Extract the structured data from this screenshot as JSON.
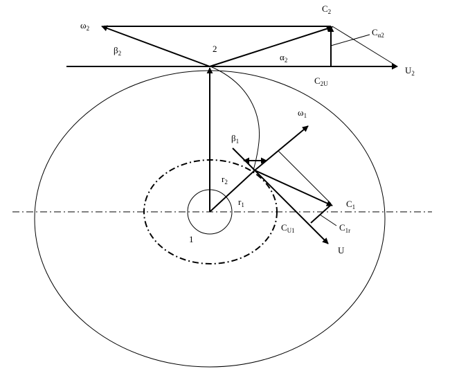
{
  "labels": {
    "omega2": {
      "main": "ω",
      "sub": "2"
    },
    "beta2": {
      "main": "β",
      "sub": "2"
    },
    "point2": {
      "main": "2",
      "sub": ""
    },
    "alpha2": {
      "main": "α",
      "sub": "2"
    },
    "C2": {
      "main": "C",
      "sub": "2"
    },
    "Ca2": {
      "main": "C",
      "sub": "α2"
    },
    "U2": {
      "main": "U",
      "sub": "2"
    },
    "C2U": {
      "main": "C",
      "sub": "2U"
    },
    "omega1": {
      "main": "ω",
      "sub": "1"
    },
    "beta1": {
      "main": "β",
      "sub": "1"
    },
    "r2": {
      "main": "r",
      "sub": "2"
    },
    "r1": {
      "main": "r",
      "sub": "1"
    },
    "C1": {
      "main": "C",
      "sub": "1"
    },
    "CU1": {
      "main": "C",
      "sub": "U1"
    },
    "C1r": {
      "main": "C",
      "sub": "1r"
    },
    "U": {
      "main": "U",
      "sub": ""
    },
    "point1": {
      "main": "1",
      "sub": ""
    }
  }
}
